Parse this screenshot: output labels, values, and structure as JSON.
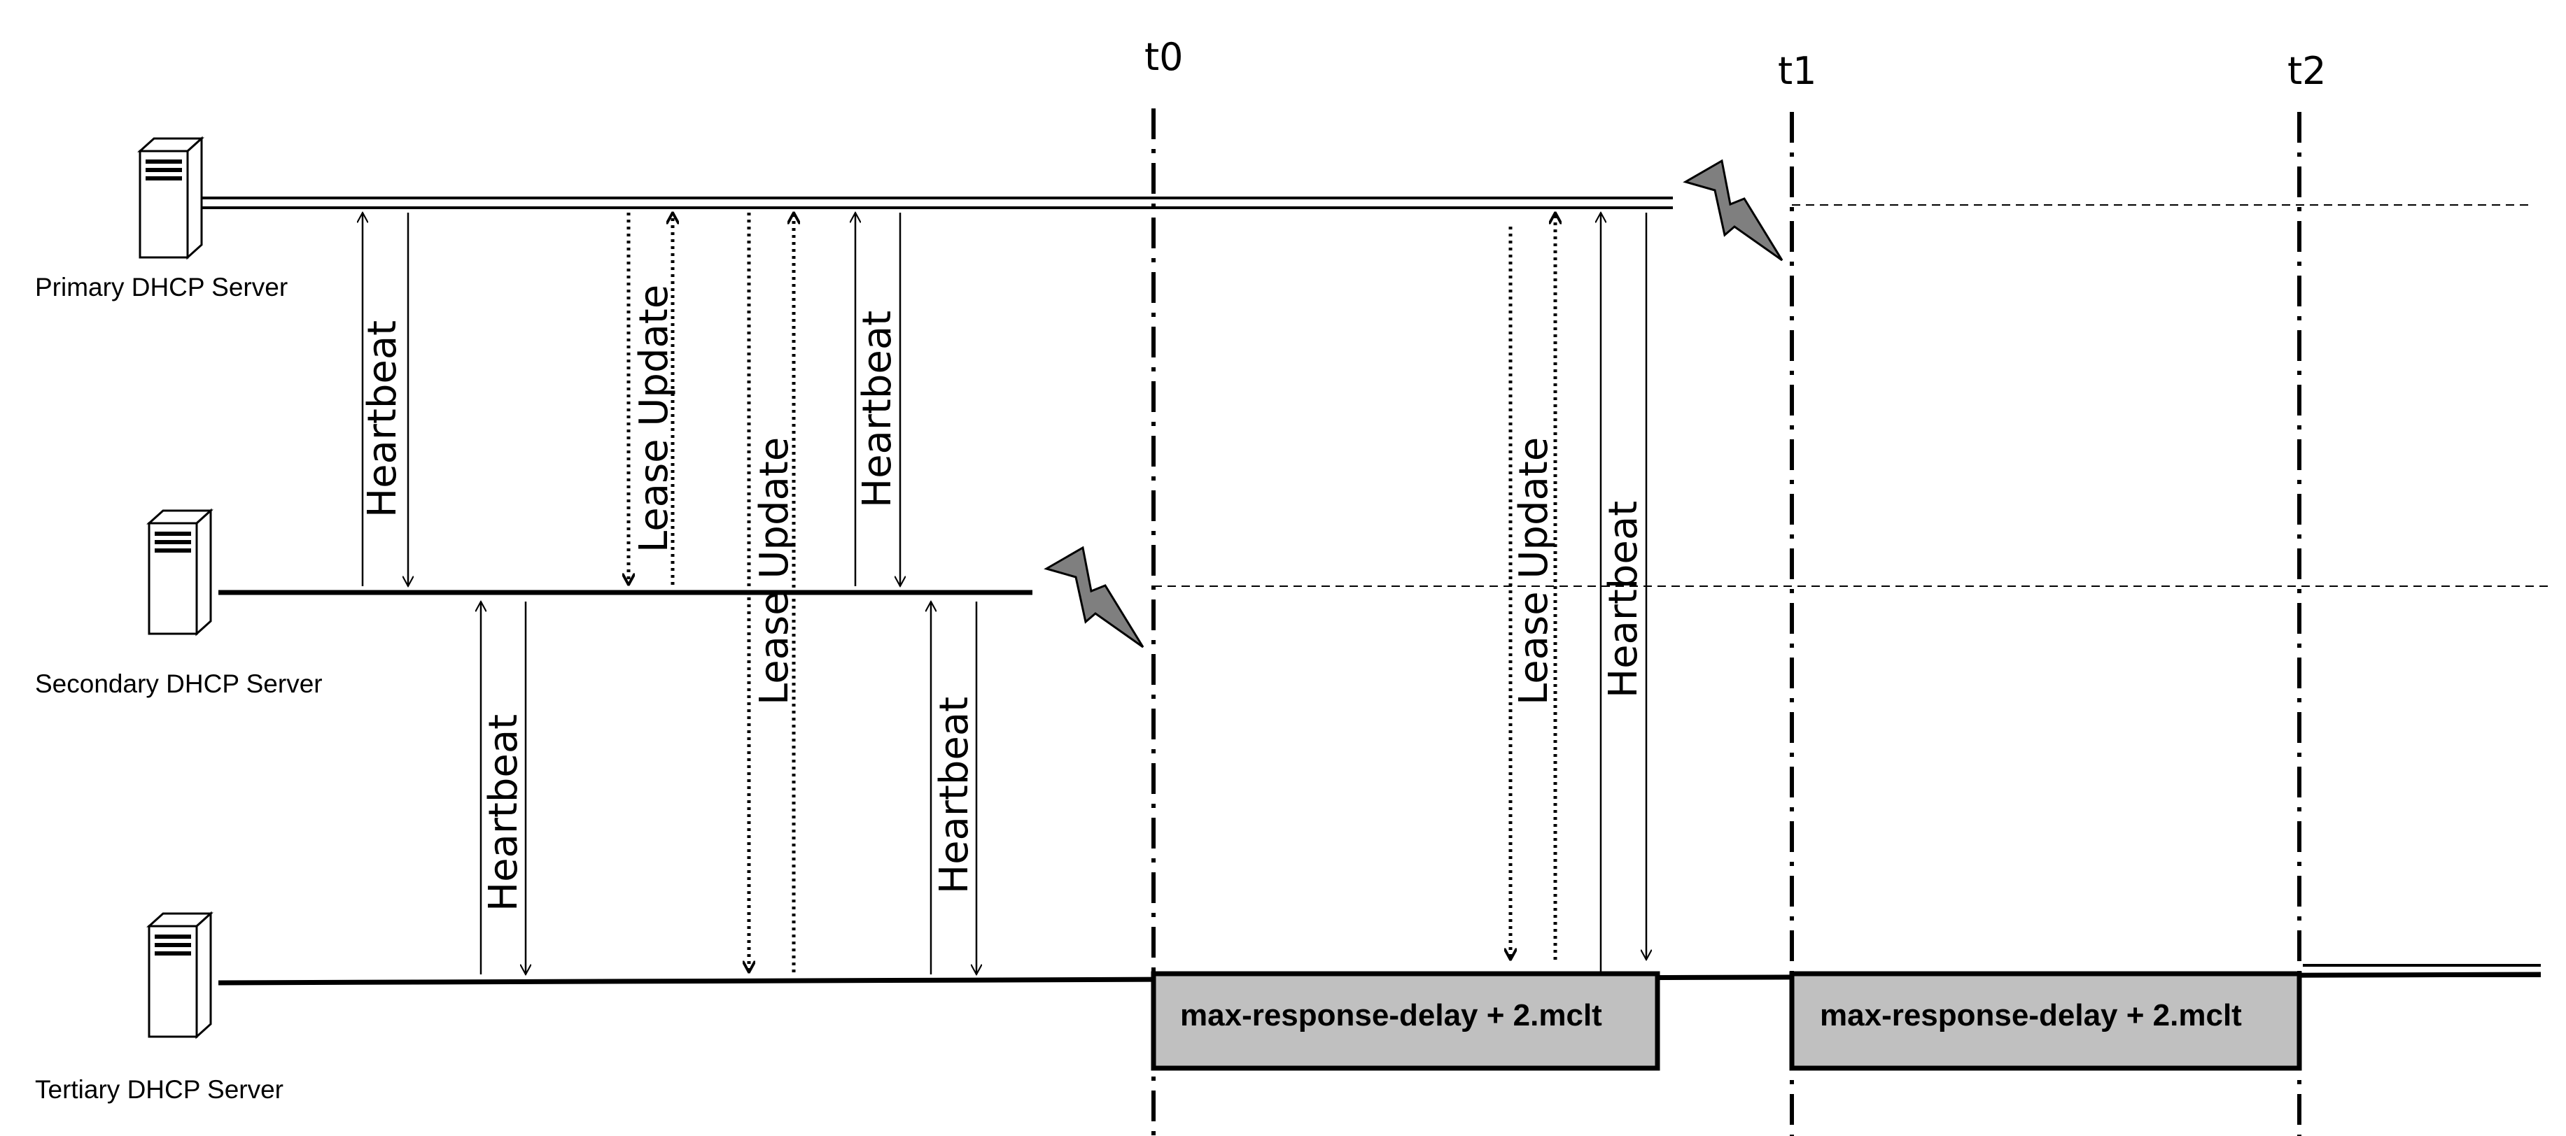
{
  "servers": {
    "primary": {
      "label": "Primary DHCP Server",
      "icon": "server-icon"
    },
    "secondary": {
      "label": "Secondary DHCP Server",
      "icon": "server-icon"
    },
    "tertiary": {
      "label": "Tertiary DHCP Server",
      "icon": "server-icon"
    }
  },
  "times": {
    "t0": "t0",
    "t1": "t1",
    "t2": "t2"
  },
  "messages": {
    "hb_p_s": "Heartbeat",
    "lu_p_s": "Lease Update",
    "hb_p_s2": "Heartbeat",
    "lu_p_t": "Lease Update",
    "hb_s_t": "Heartbeat",
    "hb_s_t2": "Heartbeat",
    "lu_p_t2": "Lease Update",
    "hb_p_t": "Heartbeat"
  },
  "timers": {
    "timer1": "max-response-delay + 2.mclt",
    "timer2": "max-response-delay + 2.mclt"
  },
  "failure_icons": {
    "icon": "lightning-icon"
  },
  "colors": {
    "timer_fill": "#c0c0c0",
    "line": "#000000",
    "lightning": "#808080"
  }
}
